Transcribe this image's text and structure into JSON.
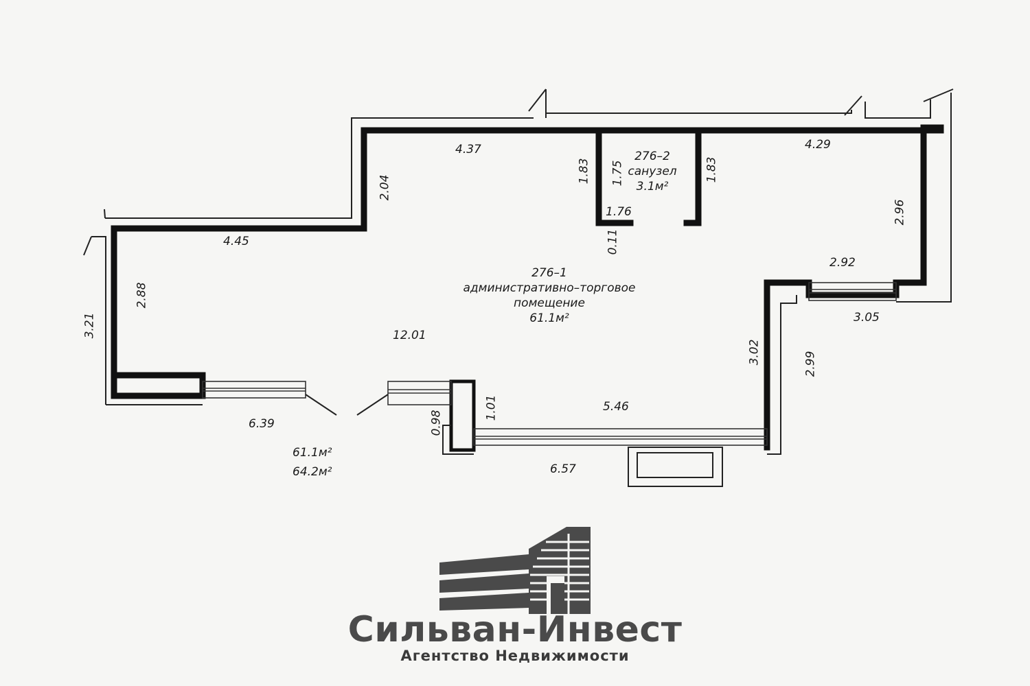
{
  "rooms": {
    "wc": {
      "number": "276–2",
      "name": "санузел",
      "area": "3.1м²"
    },
    "main": {
      "number": "276–1",
      "name_line1": "административно–торговое",
      "name_line2": "помещение",
      "area": "61.1м²"
    }
  },
  "dimensions": {
    "d_437": "4.37",
    "d_429": "4.29",
    "d_183_left": "1.83",
    "d_175": "1.75",
    "d_183_right": "1.83",
    "d_176": "1.76",
    "d_011": "0.11",
    "d_204": "2.04",
    "d_445": "4.45",
    "d_288": "2.88",
    "d_321": "3.21",
    "d_296": "2.96",
    "d_292": "2.92",
    "d_305": "3.05",
    "d_1201": "12.01",
    "d_302": "3.02",
    "d_299": "2.99",
    "d_101": "1.01",
    "d_098": "0.98",
    "d_546": "5.46",
    "d_639": "6.39",
    "d_657": "6.57"
  },
  "totals": {
    "area_living": "61.1м²",
    "area_total": "64.2м²"
  },
  "brand": {
    "name": "Сильван-Инвест",
    "tagline": "Агентство Недвижимости",
    "color": "#4a4a4a"
  }
}
